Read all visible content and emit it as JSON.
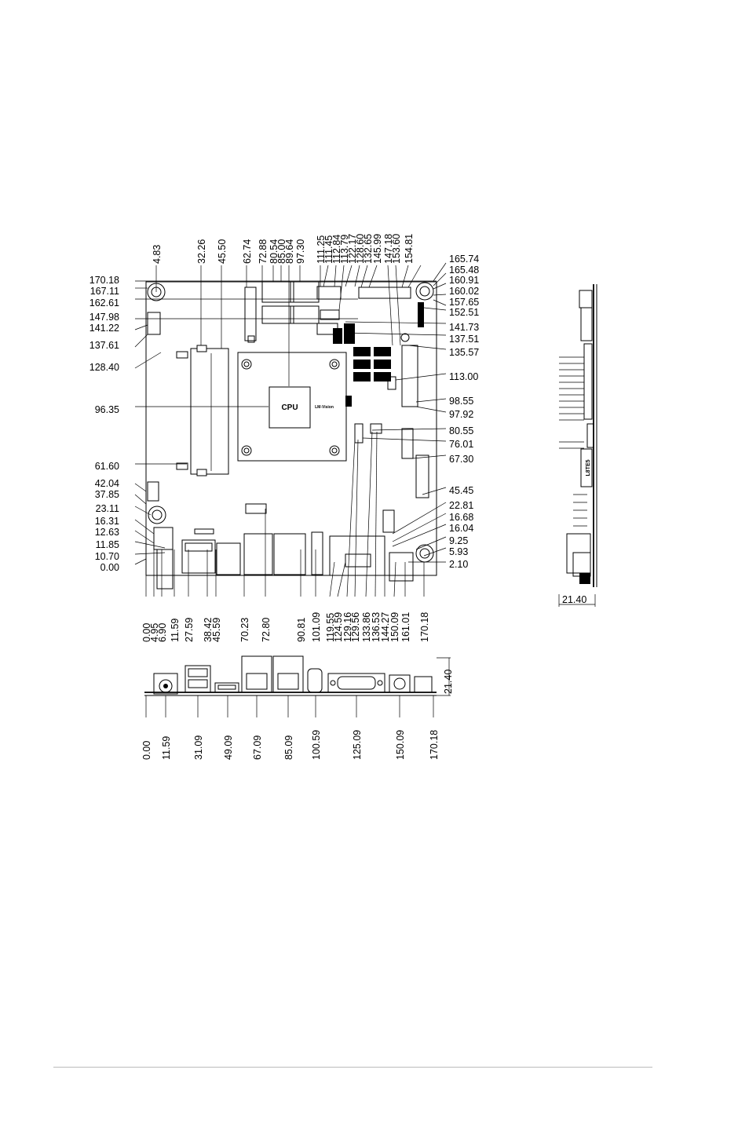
{
  "colors": {
    "ink": "#000000",
    "rule": "#bbbbbb",
    "background": "#ffffff"
  },
  "labels": {
    "cpu": "CPU",
    "chip": "LM-Vision",
    "side_text": "L8TE5"
  },
  "top_view": {
    "top_dims": [
      "4.83",
      "32.26",
      "45.50",
      "62.74",
      "72.88",
      "80.54",
      "85.00",
      "89.64",
      "97.30",
      "111.25",
      "111.45",
      "112.84",
      "113.79",
      "122.17",
      "128.60",
      "132.65",
      "145.99",
      "147.18",
      "153.60",
      "154.81"
    ],
    "left_dims": [
      "170.18",
      "167.11",
      "162.61",
      "147.98",
      "141.22",
      "137.61",
      "128.40",
      "96.35",
      "61.60",
      "42.04",
      "37.85",
      "23.11",
      "16.31",
      "12.63",
      "11.85",
      "10.70",
      "0.00"
    ],
    "right_dims": [
      "165.74",
      "165.48",
      "160.91",
      "160.02",
      "157.65",
      "152.51",
      "141.73",
      "137.51",
      "135.57",
      "113.00",
      "98.55",
      "97.92",
      "80.55",
      "76.01",
      "67.30",
      "45.45",
      "22.81",
      "16.68",
      "16.04",
      "9.25",
      "5.93",
      "2.10"
    ],
    "bottom_dims": [
      "0.00",
      "4.95",
      "6.90",
      "11.59",
      "27.59",
      "38.42",
      "45.59",
      "70.23",
      "72.80",
      "90.81",
      "101.09",
      "119.55",
      "124.59",
      "129.16",
      "129.56",
      "133.86",
      "136.53",
      "144.27",
      "150.09",
      "161.01",
      "170.18"
    ]
  },
  "rear_view": {
    "bottom_dims": [
      "0.00",
      "11.59",
      "31.09",
      "49.09",
      "67.09",
      "85.09",
      "100.59",
      "125.09",
      "150.09",
      "170.18"
    ],
    "height_dim": "21.40"
  },
  "side_view": {
    "height_dim": "21.40"
  }
}
